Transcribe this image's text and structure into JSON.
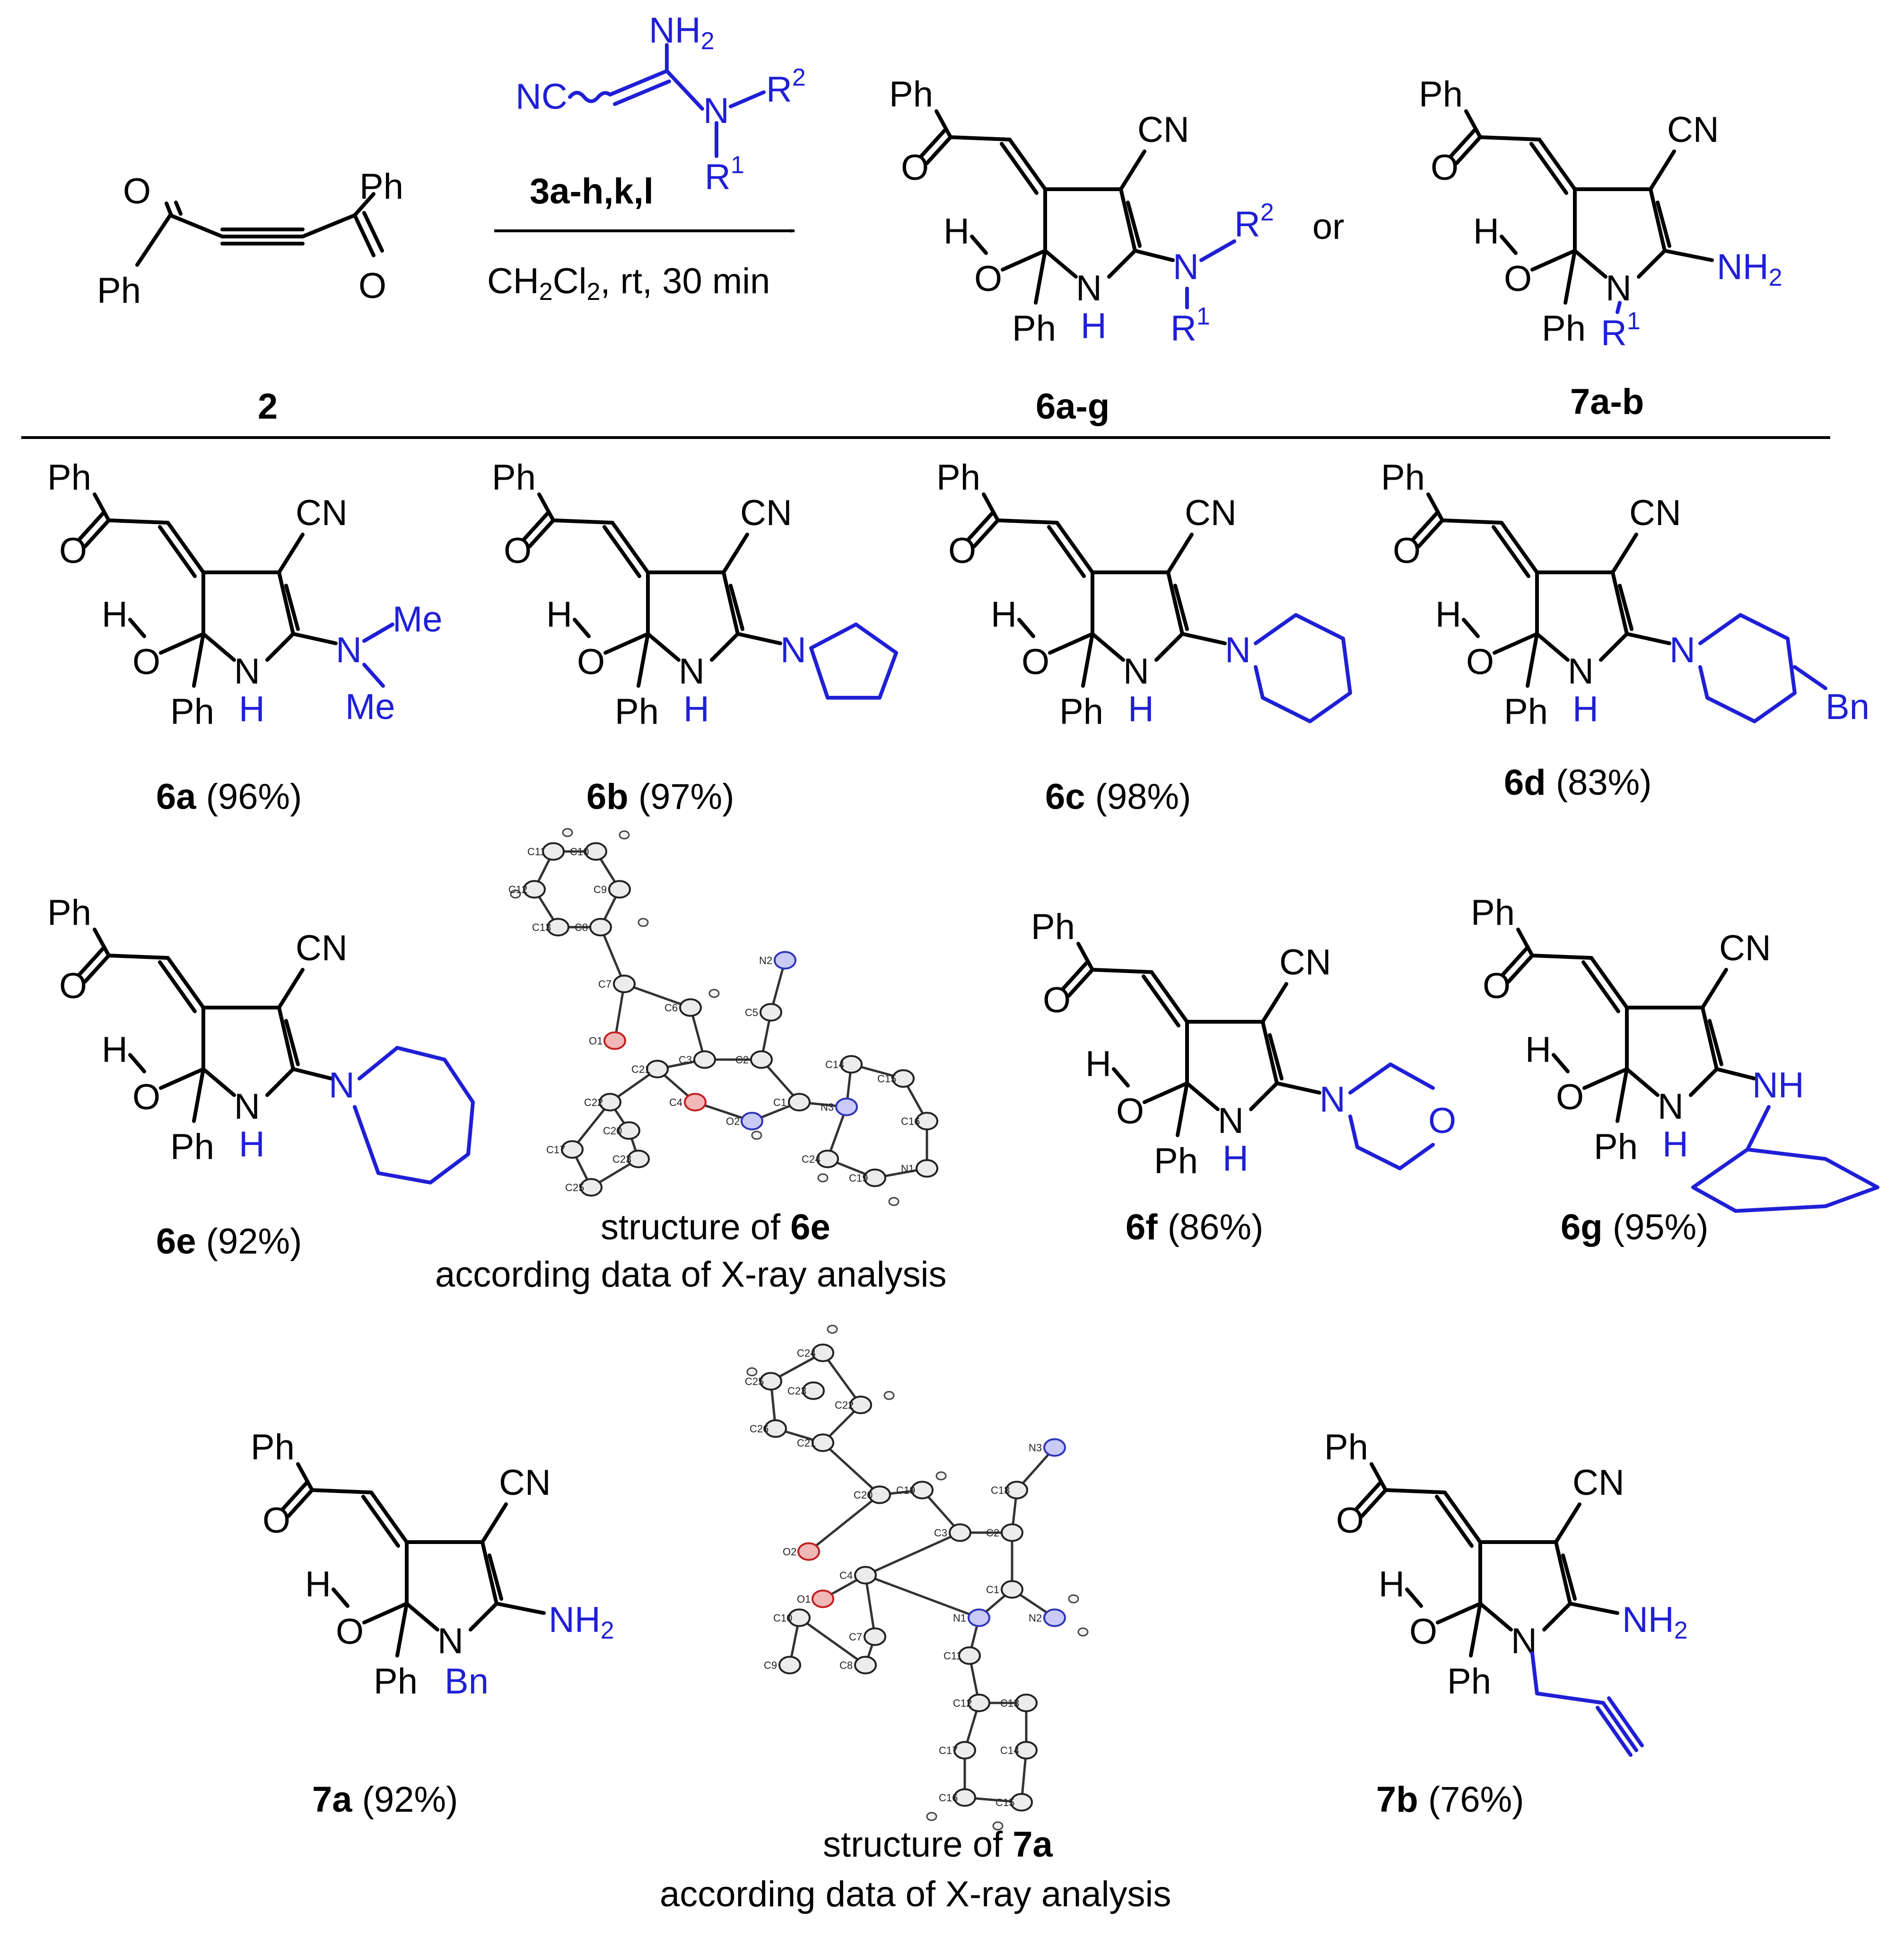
{
  "reaction": {
    "reagent_label": "3a-h,k,l",
    "conditions": "CH2Cl2, rt, 30 min",
    "conditions_parts": [
      "CH",
      "2",
      "Cl",
      "2",
      ", rt, 30 min"
    ],
    "or_text": "or",
    "start_id": "2",
    "product_a_id": "6a-g",
    "product_b_id": "7a-b"
  },
  "atoms": {
    "ph": "Ph",
    "o": "O",
    "cn": "CN",
    "nc": "NC",
    "h": "H",
    "n": "N",
    "nh": "NH",
    "nh2": "NH",
    "nh2_sub": "2",
    "r": "R",
    "r1_sup": "1",
    "r2_sup": "2",
    "me": "Me",
    "bn": "Bn",
    "ho_h": "H",
    "ho_o": "O"
  },
  "captions": [
    {
      "id": "6a",
      "yield": "(96%)"
    },
    {
      "id": "6b",
      "yield": "(97%)"
    },
    {
      "id": "6c",
      "yield": "(98%)"
    },
    {
      "id": "6d",
      "yield": "(83%)"
    },
    {
      "id": "6e",
      "yield": "(92%)"
    },
    {
      "id": "6f",
      "yield": "(86%)"
    },
    {
      "id": "6g",
      "yield": "(95%)"
    },
    {
      "id": "7a",
      "yield": "(92%)"
    },
    {
      "id": "7b",
      "yield": "(76%)"
    }
  ],
  "xray": [
    {
      "line1": "structure of ",
      "compound": "6e",
      "line2": "according data of X-ray analysis"
    },
    {
      "line1": "structure of ",
      "compound": "7a",
      "line2": "according data of X-ray analysis"
    }
  ],
  "xray_labels_6e": [
    "C11",
    "C10",
    "C12",
    "C9",
    "C13",
    "C8",
    "C7",
    "N2",
    "C5",
    "C6",
    "O1",
    "C3",
    "C2",
    "C21",
    "C14",
    "C15",
    "C22",
    "C4",
    "C1",
    "N3",
    "C16",
    "C20",
    "O2",
    "N1",
    "C17",
    "C23",
    "C25",
    "C24",
    "C19",
    "C18"
  ],
  "xray_labels_7a": [
    "C24",
    "C25",
    "C23",
    "C22",
    "C26",
    "C21",
    "N3",
    "C18",
    "C19",
    "C20",
    "C3",
    "C2",
    "O2",
    "C4",
    "C1",
    "O1",
    "C10",
    "N1",
    "N2",
    "C11",
    "C7",
    "C8",
    "C12",
    "C13",
    "C9",
    "C17",
    "C14",
    "C16",
    "C15"
  ],
  "colors": {
    "substituent": "#1f1fd6",
    "oxygen": "#c02020",
    "nitrogen": "#2f34b8",
    "text": "#000000"
  }
}
